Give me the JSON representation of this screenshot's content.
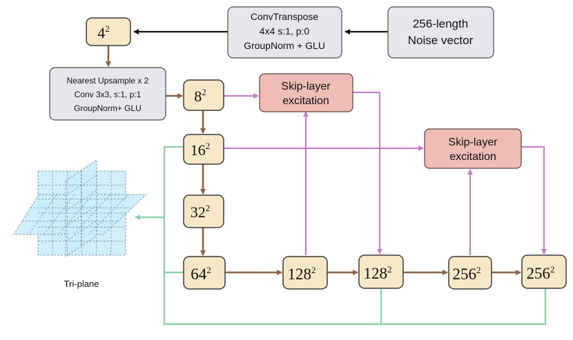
{
  "colors": {
    "gray_fill": "#e6e7ec",
    "gray_stroke": "#4a4a4a",
    "tan_fill": "#f6e7c6",
    "tan_stroke": "#3a3a3a",
    "pink_fill": "#efbcb6",
    "pink_stroke": "#5a4040",
    "brown_arrow": "#8b6140",
    "purple_arrow": "#c57fc6",
    "green_line": "#8fd0a8",
    "black_arrow": "#111111",
    "plane_fill": "#c9ecfa",
    "plane_grid": "#8a9aa6"
  },
  "nodes": {
    "noise": {
      "line1": "256-length",
      "line2": "Noise vector"
    },
    "convtranspose": {
      "line1": "ConvTranspose",
      "line2": "4x4 s:1, p:0",
      "line3": "GroupNorm + GLU"
    },
    "upsample": {
      "line1": "Nearest Upsample x 2",
      "line2": "Conv 3x3, s:1, p:1",
      "line3": "GroupNorm+ GLU"
    },
    "res4": {
      "base": "4",
      "exp": "2"
    },
    "res8": {
      "base": "8",
      "exp": "2"
    },
    "res16": {
      "base": "16",
      "exp": "2"
    },
    "res32": {
      "base": "32",
      "exp": "2"
    },
    "res64": {
      "base": "64",
      "exp": "2"
    },
    "res128a": {
      "base": "128",
      "exp": "2"
    },
    "res128b": {
      "base": "128",
      "exp": "2"
    },
    "res256a": {
      "base": "256",
      "exp": "2"
    },
    "res256b": {
      "base": "256",
      "exp": "2"
    },
    "sle1": {
      "line1": "Skip-layer",
      "line2": "excitation"
    },
    "sle2": {
      "line1": "Skip-layer",
      "line2": "excitation"
    }
  },
  "triplane": {
    "label": "Tri-plane"
  }
}
